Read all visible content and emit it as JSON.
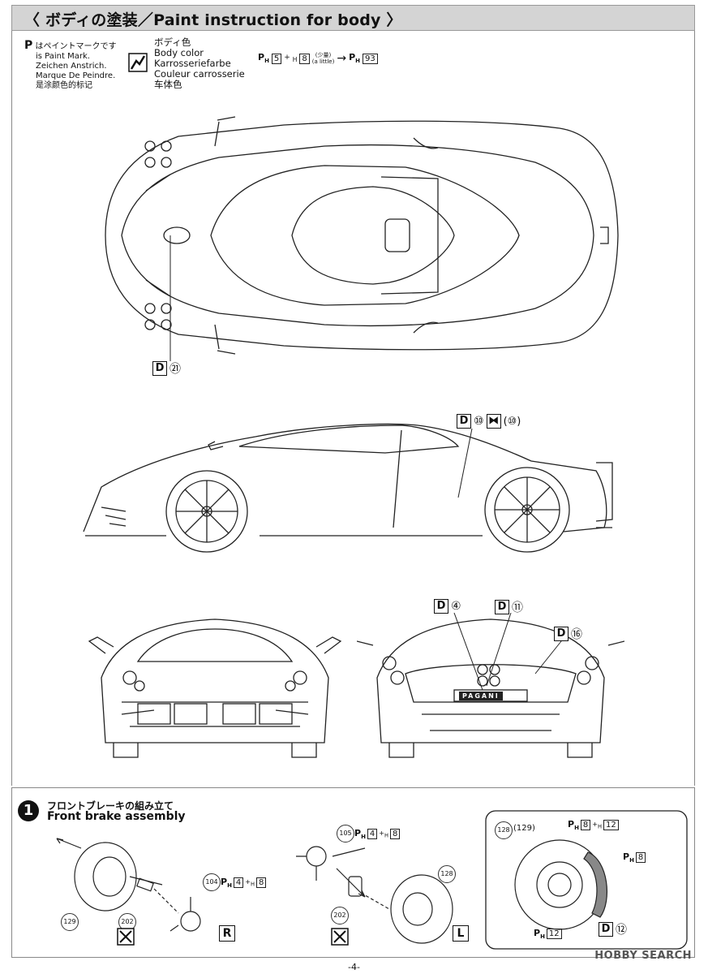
{
  "header": {
    "title": "〈 ボディの塗装／Paint instruction for body 〉"
  },
  "paint_mark": {
    "line_jp": "はペイントマークです",
    "line_en": "is Paint Mark.",
    "line_de": "Zeichen Anstrich.",
    "line_fr": "Marque De Peindre.",
    "line_cn": "是涂颜色的标记"
  },
  "body_color": {
    "jp": "ボディ色",
    "en": "Body color",
    "de": "Karrosseriefarbe",
    "fr": "Couleur carrosserie",
    "cn": "车体色",
    "mix_a": "5",
    "mix_b": "8",
    "mix_note_jp": "(少量)",
    "mix_note_en": "(a little)",
    "result": "93"
  },
  "tags": {
    "top_d": "D",
    "top_n": "㉑",
    "side_d": "D",
    "side_n": "⑩",
    "side_x": "(⑩)",
    "rear1_d": "D",
    "rear1_n": "④",
    "rear2_d": "D",
    "rear2_n": "⑪",
    "rear3_d": "D",
    "rear3_n": "⑯"
  },
  "badge": "PAGANI",
  "step": {
    "number": "1",
    "title_jp": "フロントブレーキの組み立て",
    "title_en": "Front brake assembly",
    "parts": {
      "p129": "129",
      "p202a": "202",
      "p104": "104",
      "p104_a": "4",
      "p104_b": "8",
      "p105": "105",
      "p105_a": "4",
      "p105_b": "8",
      "p202b": "202",
      "p128": "128",
      "inset_128": "128",
      "inset_129": "(129)",
      "inset_ph_a": "8",
      "inset_ph_b": "12",
      "inset_ph_c": "8",
      "inset_ph_d": "12",
      "inset_d": "D",
      "inset_dn": "⑫"
    },
    "side_r": "R",
    "side_l": "L"
  },
  "page_number": "-4-",
  "watermark": "HOBBY SEARCH"
}
